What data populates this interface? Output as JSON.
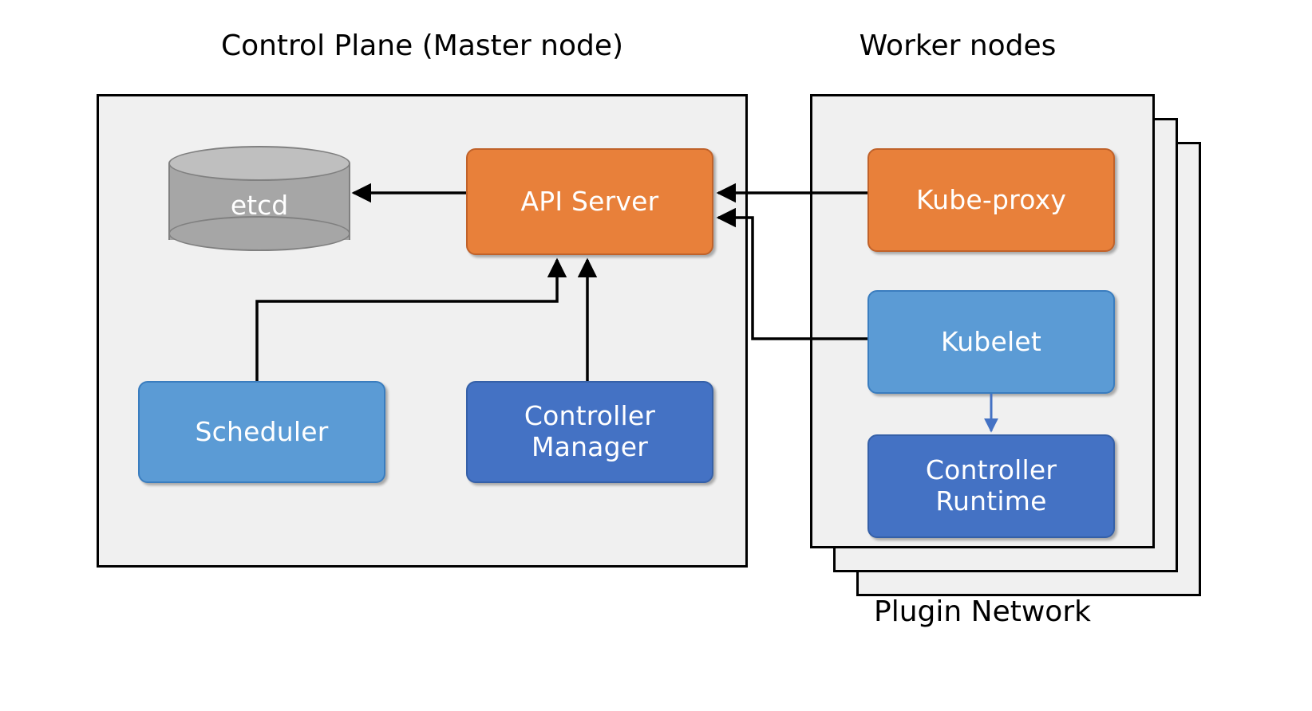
{
  "diagram": {
    "title_control_plane": "Control Plane (Master node)",
    "title_worker_nodes": "Worker nodes",
    "label_plugin_network": "Plugin Network",
    "nodes": {
      "etcd": "etcd",
      "api_server": "API Server",
      "scheduler": "Scheduler",
      "controller_manager": "Controller\nManager",
      "controller_manager_line1": "Controller",
      "controller_manager_line2": "Manager",
      "kube_proxy": "Kube-proxy",
      "kubelet": "Kubelet",
      "controller_runtime_line1": "Controller",
      "controller_runtime_line2": "Runtime"
    },
    "colors": {
      "orange": "#E8803A",
      "orange_border": "#C0622A",
      "blue_light": "#5B9BD5",
      "blue_light_border": "#3A7DBF",
      "blue_dark": "#4472C4",
      "blue_dark_border": "#3560A8",
      "panel_fill": "#F0F0F0",
      "panel_border": "#000000",
      "cylinder_body": "#A6A6A6",
      "cylinder_top": "#BFBFBF",
      "cylinder_border": "#808080",
      "edge_black": "#000000",
      "edge_blue": "#4472C4",
      "text_white": "#FFFFFF",
      "text_black": "#000000"
    },
    "edges": [
      {
        "id": "api-server-to-etcd",
        "from": "API Server",
        "to": "etcd",
        "color": "#000000"
      },
      {
        "id": "scheduler-to-api-server",
        "from": "Scheduler",
        "to": "API Server",
        "color": "#000000"
      },
      {
        "id": "controller-manager-to-api-server",
        "from": "Controller Manager",
        "to": "API Server",
        "color": "#000000"
      },
      {
        "id": "kube-proxy-to-api-server",
        "from": "Kube-proxy",
        "to": "API Server",
        "color": "#000000"
      },
      {
        "id": "kubelet-to-api-server",
        "from": "Kubelet",
        "to": "API Server",
        "color": "#000000"
      },
      {
        "id": "kubelet-to-controller-runtime",
        "from": "Kubelet",
        "to": "Controller Runtime",
        "color": "#4472C4"
      }
    ]
  }
}
